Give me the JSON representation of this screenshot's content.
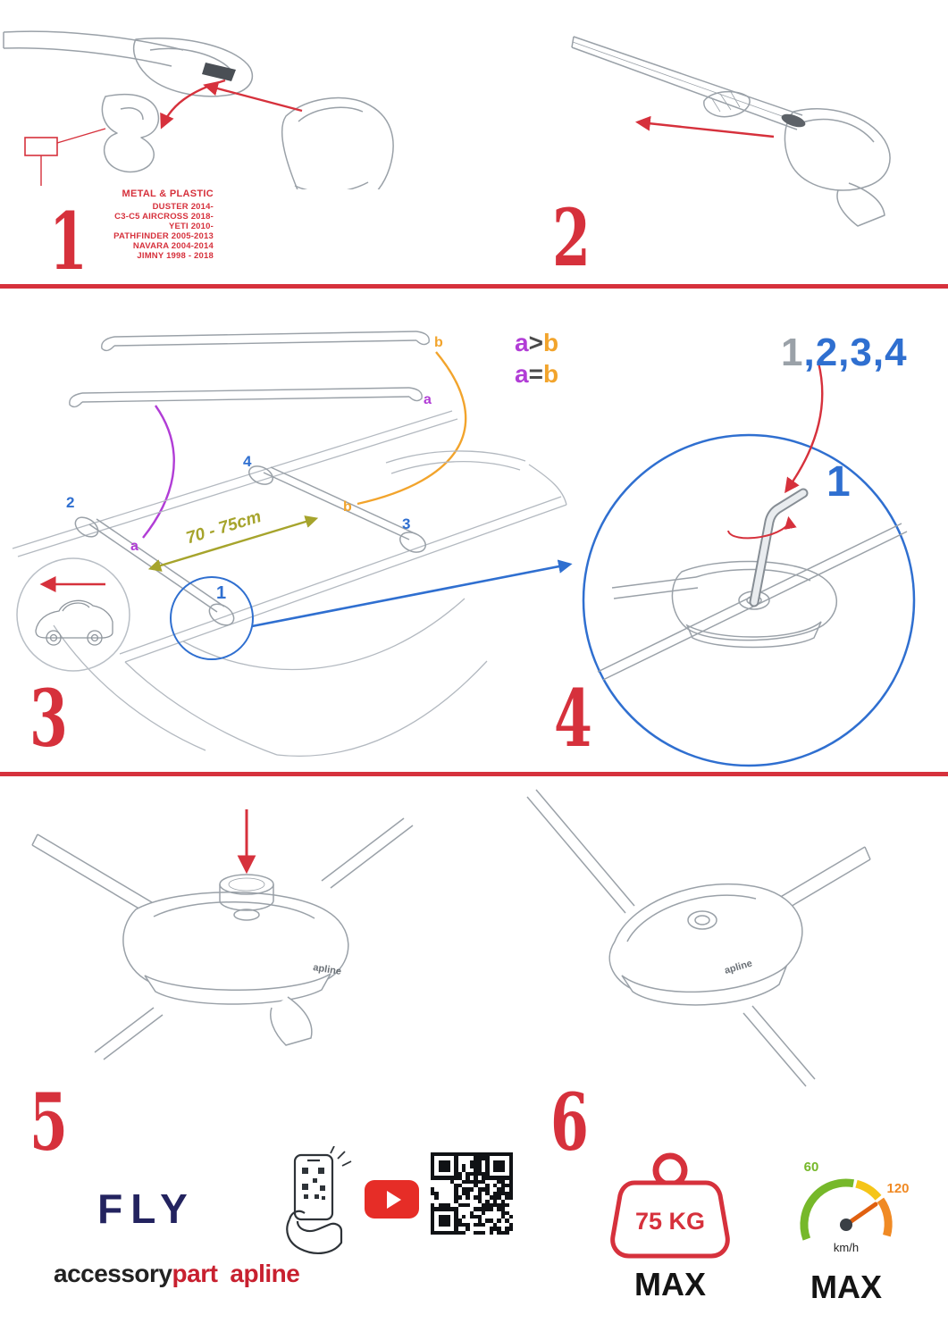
{
  "colors": {
    "red": "#d6313c",
    "blue": "#2f6fd0",
    "purple": "#b13dd6",
    "orange": "#f2a42c",
    "olive": "#a6a42c",
    "navy": "#23235f",
    "brand_red": "#c8202f",
    "youtube_red": "#e62d27",
    "green": "#76b82a",
    "gauge_orange": "#f08a24",
    "line_art_gray": "#9aa1a8"
  },
  "icons": {
    "youtube": "play-button",
    "qr_code": "qr-pattern",
    "scan_phone": "hand-holding-phone-with-qr",
    "weight_limit": "weight-outline",
    "speed_limit": "speedometer-gauge"
  },
  "steps": {
    "s1": {
      "number": "1",
      "material": "METAL & PLASTIC",
      "vehicles": [
        "DUSTER 2014-",
        "C3-C5 AIRCROSS 2018-",
        "YETI 2010-",
        "PATHFINDER 2005-2013",
        "NAVARA 2004-2014",
        "JIMNY 1998 - 2018"
      ]
    },
    "s2": {
      "number": "2"
    },
    "s3": {
      "number": "3",
      "bar_label_a": "a",
      "bar_label_b": "b",
      "roof_label_a": "a",
      "roof_label_b": "b",
      "pos1": "1",
      "pos2": "2",
      "pos3": "3",
      "pos4": "4",
      "distance": "70 - 75cm",
      "rule_gt": {
        "a": "a",
        "op": ">",
        "b": "b"
      },
      "rule_eq": {
        "a": "a",
        "op": "=",
        "b": "b"
      }
    },
    "s4": {
      "number": "4",
      "seq_first": "1",
      "seq_rest": ",2,3,4",
      "highlight": "1"
    },
    "s5": {
      "number": "5"
    },
    "s6": {
      "number": "6"
    }
  },
  "footer": {
    "logo": "FLY",
    "brand_black": "accessory",
    "brand_red": "part",
    "brand2": "apline",
    "weight_value": "75 KG",
    "weight_max": "MAX",
    "speed_low": "60",
    "speed_high": "120",
    "speed_unit": "km/h",
    "speed_max": "MAX"
  }
}
